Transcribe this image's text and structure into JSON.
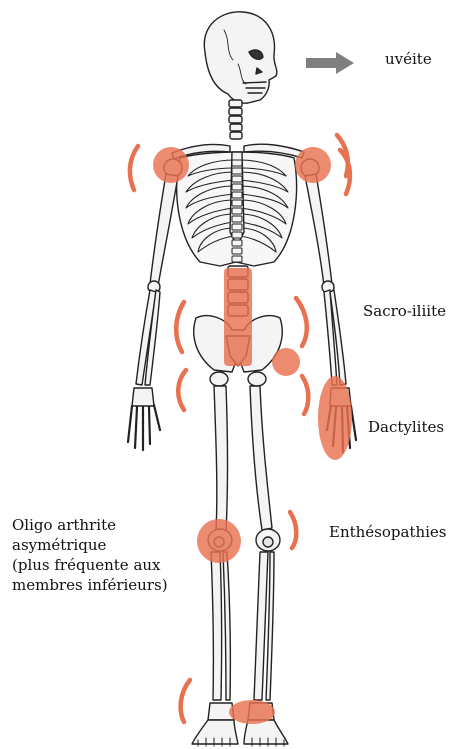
{
  "labels": {
    "uveite": "uvéite",
    "sacroiliite": "Sacro-iliite",
    "dactylites": "Dactylites",
    "enthesopathies": "Enthésopathies",
    "oligo_arthrite": [
      "Oligo arthrite",
      "asymétrique",
      "(plus fréquente aux",
      "membres inférieurs)"
    ]
  },
  "colors": {
    "highlight": "#e8714f",
    "arrow": "#7f7f7f",
    "bone_fill": "#f4f4f4",
    "bone_stroke": "#222222"
  }
}
